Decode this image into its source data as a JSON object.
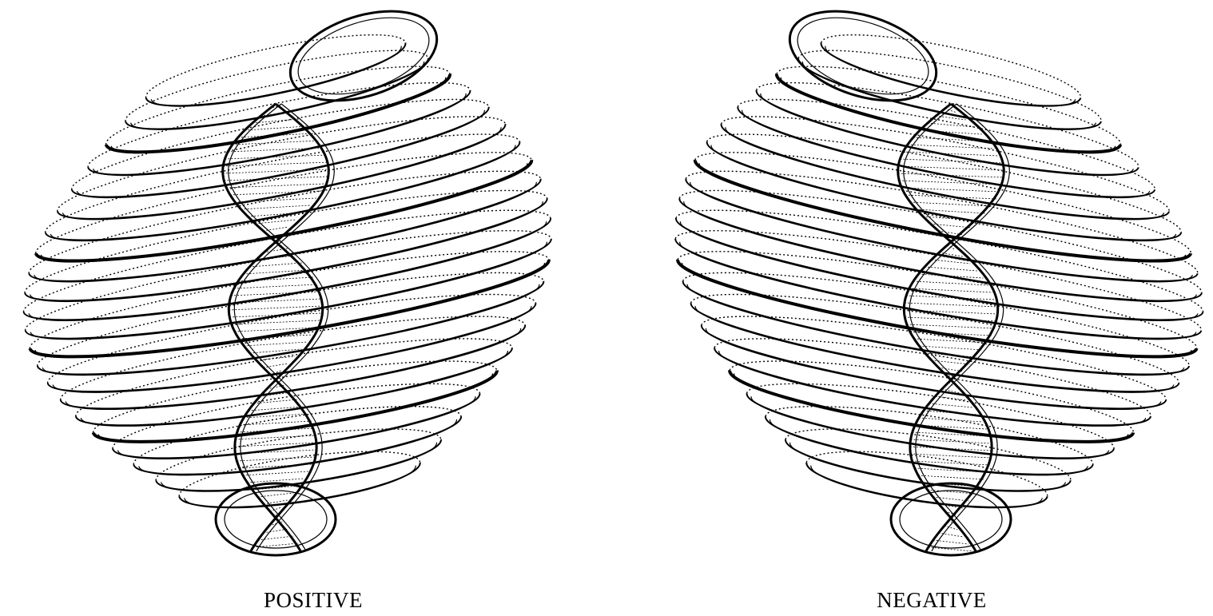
{
  "panels": [
    {
      "caption": "POSITIVE",
      "handedness": "right"
    },
    {
      "caption": "NEGATIVE",
      "handedness": "left"
    }
  ],
  "colors": {
    "ink": "#000000",
    "background": "#ffffff"
  }
}
